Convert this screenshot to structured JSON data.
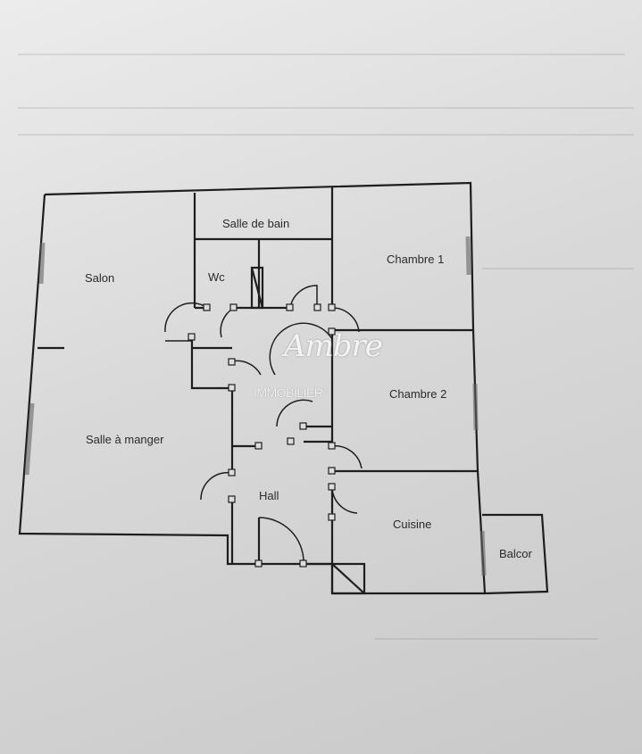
{
  "plan": {
    "rooms": {
      "salon": "Salon",
      "salle_a_manger": "Salle à manger",
      "salle_de_bain": "Salle de bain",
      "wc": "Wc",
      "chambre_1": "Chambre 1",
      "chambre_2": "Chambre 2",
      "hall": "Hall",
      "cuisine": "Cuisine",
      "balcon": "Balcor"
    },
    "watermark": {
      "brand": "Ambre",
      "sub": "IMMOBILIER"
    },
    "colors": {
      "wall": "#1e1e1e",
      "paper": "#d9d9d9",
      "watermark": "#f4f4f4"
    }
  }
}
